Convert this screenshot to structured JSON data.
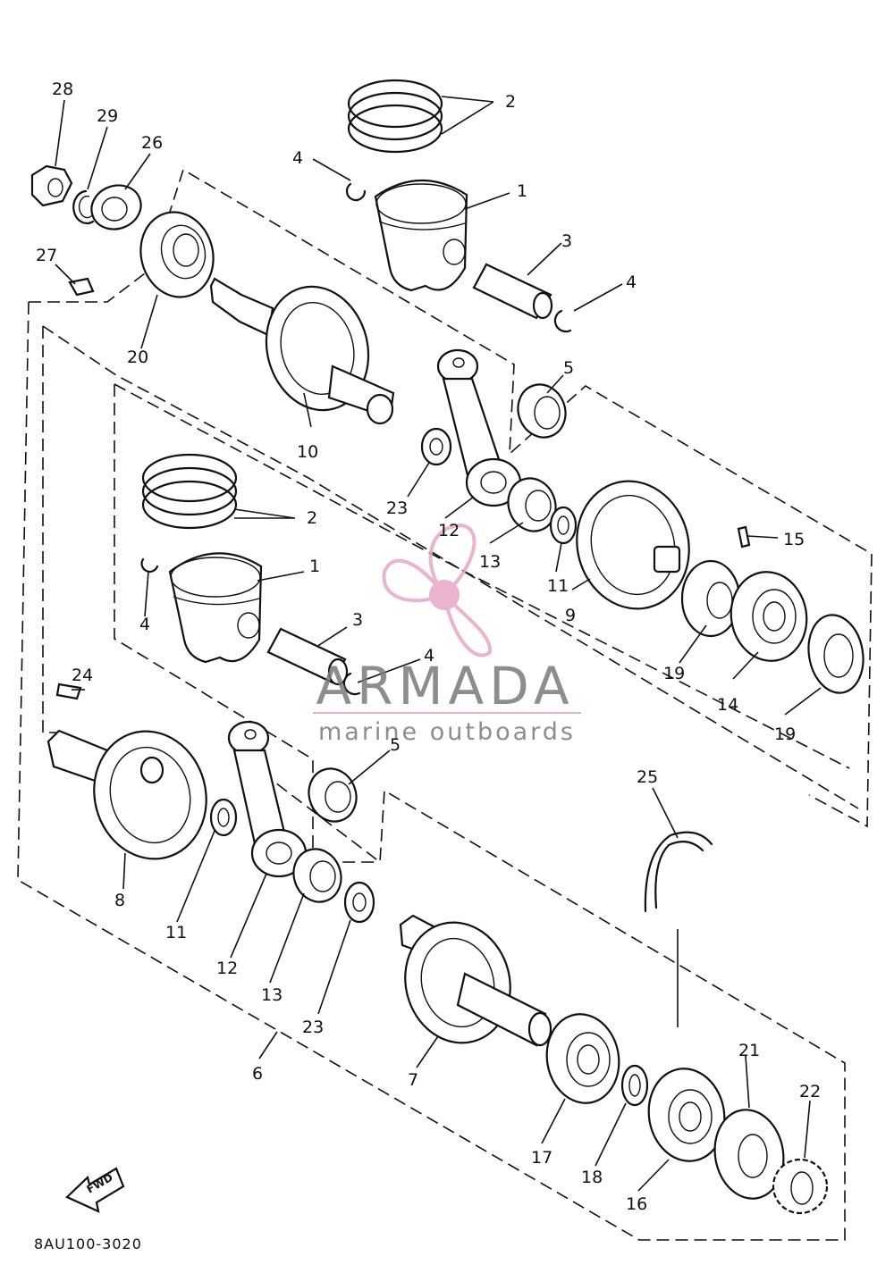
{
  "diagram_code": "8AU100-3020",
  "fwd_label": "FWD",
  "watermark": {
    "brand": "ARMADA",
    "tagline": "marine outboards",
    "color": "#e7a6c8",
    "text_color": "#7a7a7a"
  },
  "callouts": {
    "c28": "28",
    "c29": "29",
    "c26": "26",
    "c27": "27",
    "c20": "20",
    "c2a": "2",
    "c4a": "4",
    "c1a": "1",
    "c3a": "3",
    "c4b": "4",
    "c5a": "5",
    "c10": "10",
    "c23a": "23",
    "c12a": "12",
    "c13a": "13",
    "c11a": "11",
    "c9": "9",
    "c15": "15",
    "c19a": "19",
    "c14": "14",
    "c19b": "19",
    "c2b": "2",
    "c1b": "1",
    "c4c": "4",
    "c3b": "3",
    "c4d": "4",
    "c24": "24",
    "c5b": "5",
    "c8": "8",
    "c11b": "11",
    "c12b": "12",
    "c13b": "13",
    "c23b": "23",
    "c6": "6",
    "c7": "7",
    "c25": "25",
    "c17": "17",
    "c18": "18",
    "c16": "16",
    "c21": "21",
    "c22": "22"
  }
}
